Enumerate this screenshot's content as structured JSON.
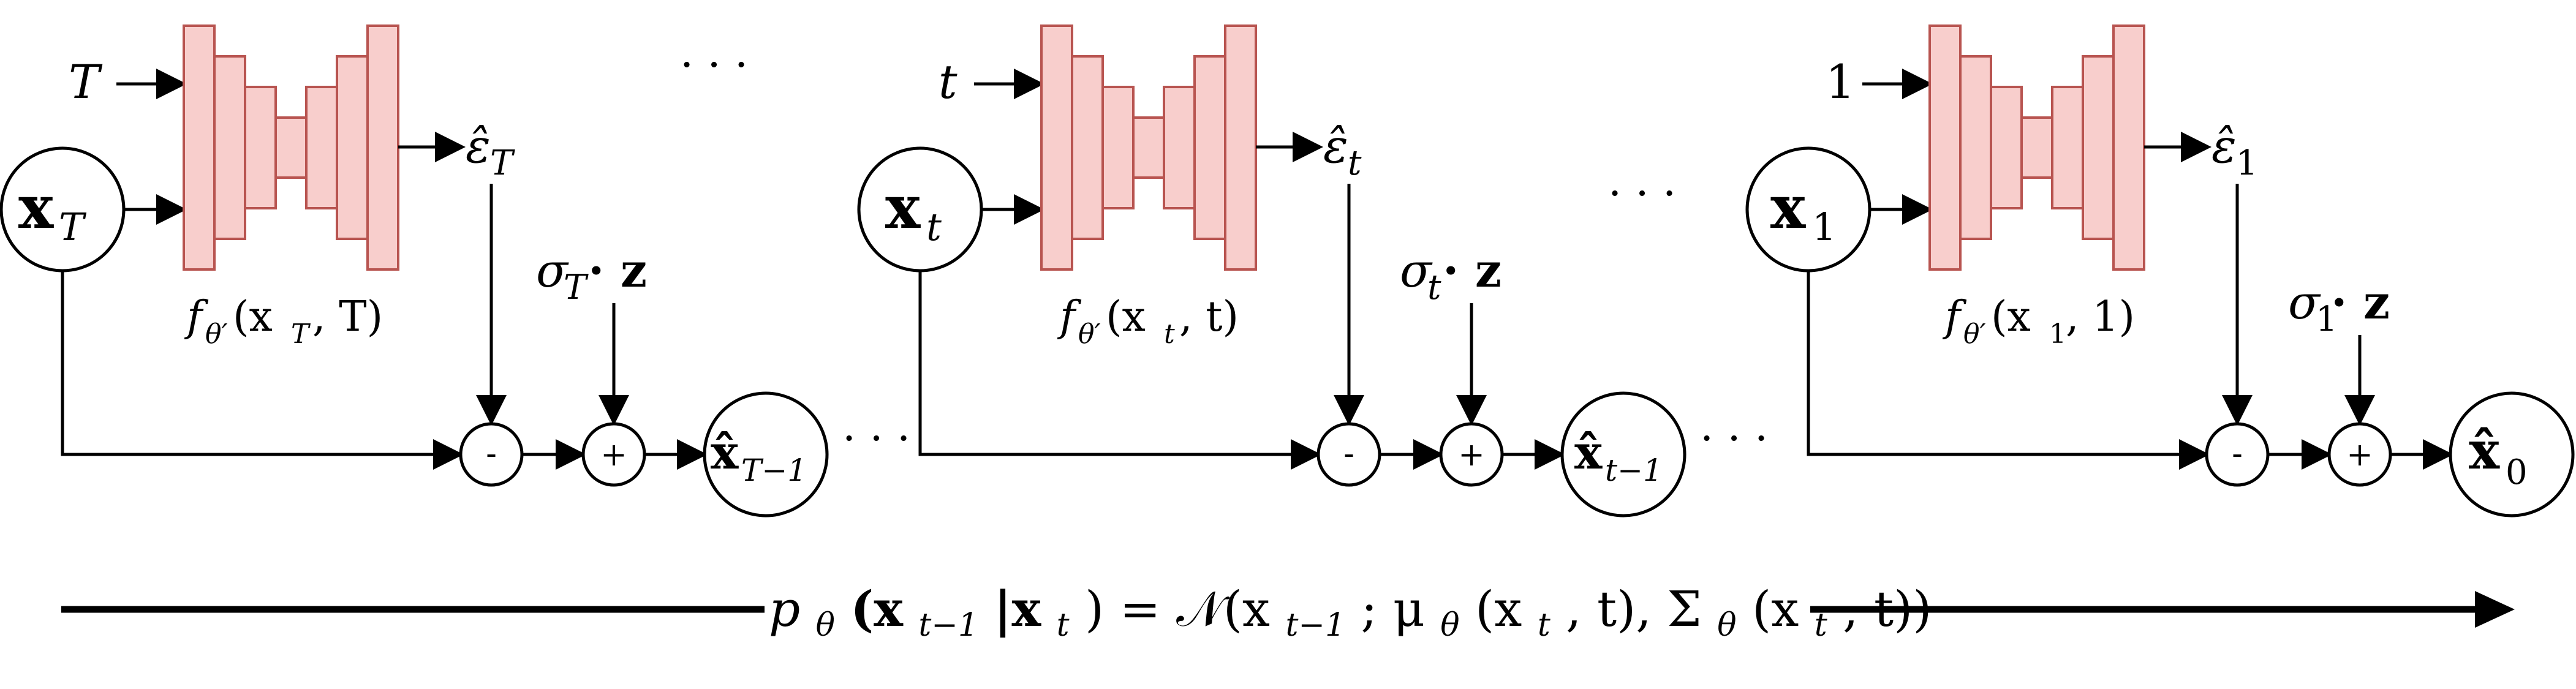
{
  "stages": [
    {
      "time_label": "T",
      "input_label": "x",
      "input_sub": "T",
      "eps_label": "ε̂",
      "eps_sub": "T",
      "net_label": "f",
      "net_sub": "θ′",
      "net_args": "(x",
      "net_args_sub": "T",
      "net_args_tail": ", T)",
      "sigma_label": "σ",
      "sigma_sub": "T",
      "sigma_tail": " · z",
      "minus": "-",
      "plus": "+",
      "out_label": "x̂",
      "out_sub": "T−1"
    },
    {
      "time_label": "t",
      "input_label": "x",
      "input_sub": "t",
      "eps_label": "ε̂",
      "eps_sub": "t",
      "net_label": "f",
      "net_sub": "θ′",
      "net_args": "(x",
      "net_args_sub": "t",
      "net_args_tail": ", t)",
      "sigma_label": "σ",
      "sigma_sub": "t",
      "sigma_tail": " · z",
      "minus": "-",
      "plus": "+",
      "out_label": "x̂",
      "out_sub": "t−1"
    },
    {
      "time_label": "1",
      "input_label": "x",
      "input_sub": "1",
      "eps_label": "ε̂",
      "eps_sub": "1",
      "net_label": "f",
      "net_sub": "θ′",
      "net_args": "(x",
      "net_args_sub": "1",
      "net_args_tail": ", 1)",
      "sigma_label": "σ",
      "sigma_sub": "1",
      "sigma_tail": " · z",
      "minus": "-",
      "plus": "+",
      "out_label": "x̂",
      "out_sub": "0"
    }
  ],
  "ellipsis": "· · ·",
  "bottom_formula": {
    "p": "p",
    "p_sub": "θ",
    "lhs_open": "(x",
    "lhs_sub1": "t−1",
    "lhs_mid": "|x",
    "lhs_sub2": "t",
    "lhs_close": ") = 𝒩(x",
    "n_sub1": "t−1",
    "n_mid1": "; μ",
    "mu_sub": "θ",
    "n_mid2": "(x",
    "n_sub2": "t",
    "n_mid3": ", t), Σ",
    "sigma_sub": "θ",
    "n_mid4": "(x",
    "n_sub3": "t",
    "n_close": ", t))"
  },
  "colors": {
    "unet_fill": "#f8cecc",
    "unet_stroke": "#b85450",
    "line": "#000000"
  }
}
